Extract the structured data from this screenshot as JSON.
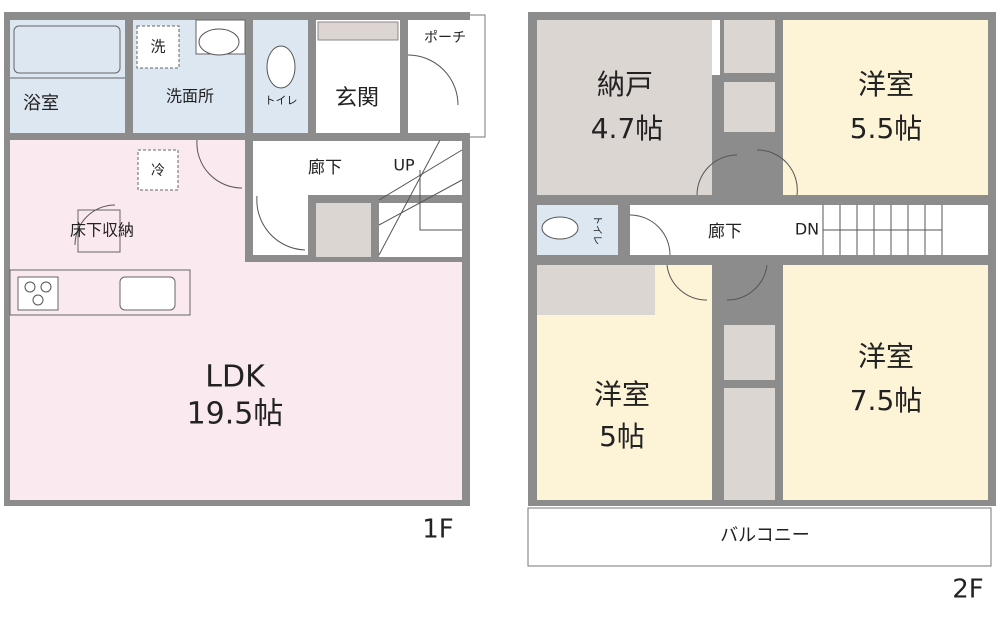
{
  "floor1": {
    "label": "1F",
    "rooms": {
      "bath": "浴室",
      "washroom": "洗面所",
      "washer": "洗",
      "toilet": "トイレ",
      "entrance": "玄関",
      "porch": "ポーチ",
      "hallway": "廊下",
      "up": "UP",
      "fridge": "冷",
      "underfloor": "床下収納",
      "ldk": "LDK",
      "ldk_size": "19.5帖"
    }
  },
  "floor2": {
    "label": "2F",
    "rooms": {
      "storeroom": "納戸",
      "storeroom_size": "4.7帖",
      "western_ne": "洋室",
      "western_ne_size": "5.5帖",
      "toilet": "トイレ",
      "hallway": "廊下",
      "down": "DN",
      "western_sw": "洋室",
      "western_sw_size": "5帖",
      "western_se": "洋室",
      "western_se_size": "7.5帖",
      "balcony": "バルコニー"
    }
  },
  "colors": {
    "wall": "#8c8c8c",
    "wet": "#dde7f2",
    "ldk": "#fbe9f0",
    "storage": "#dcd6d3",
    "western": "#fdf4d8"
  }
}
